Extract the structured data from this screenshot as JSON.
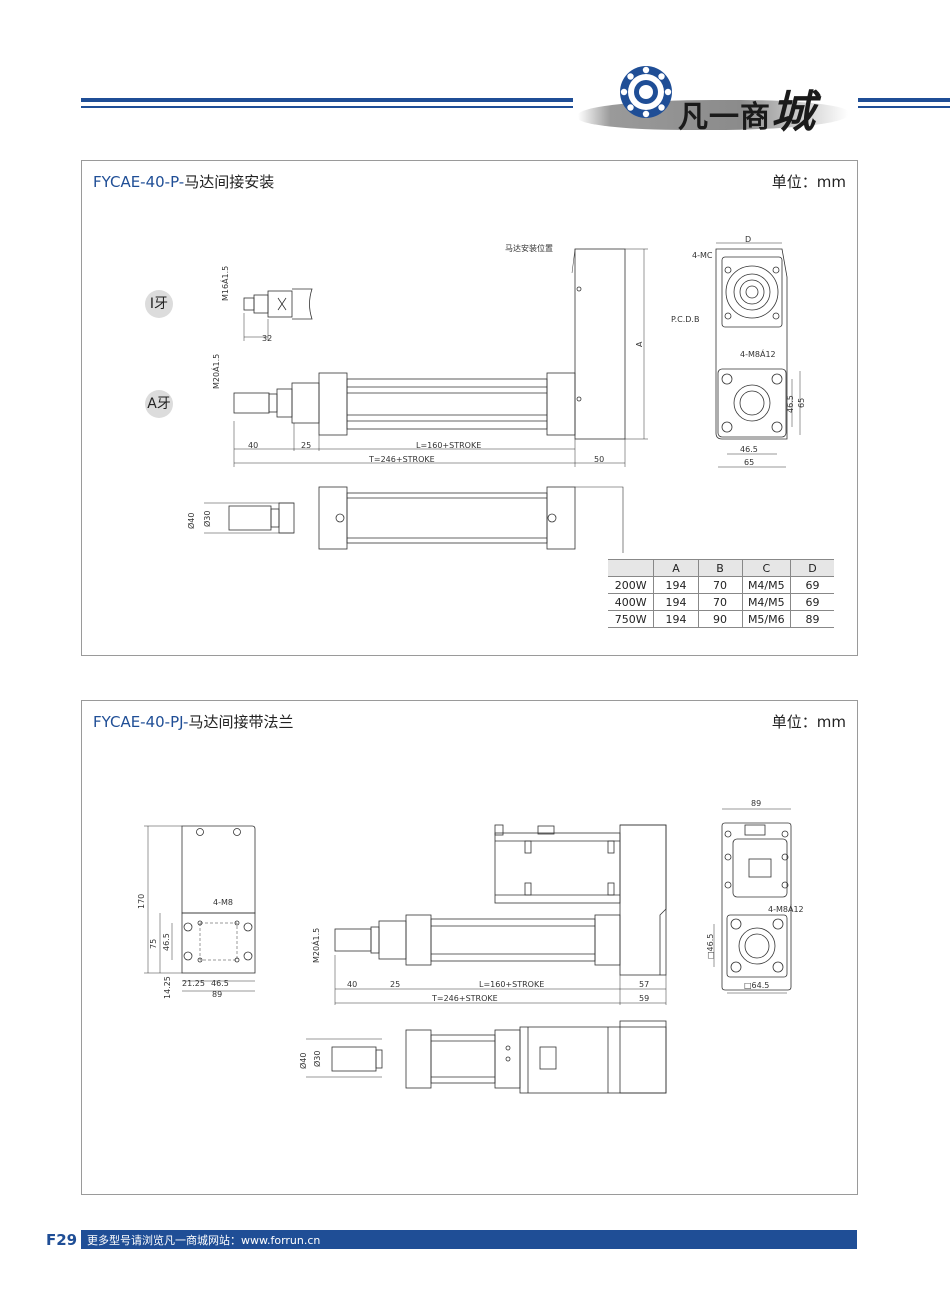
{
  "brand": {
    "name": "凡一商",
    "name_big": "城"
  },
  "section1": {
    "code": "FYCAE-40-P-",
    "title": "马达间接安装",
    "unit": "单位：mm",
    "badges": {
      "i_thread": "I牙",
      "a_thread": "A牙"
    },
    "labels": {
      "motor_pos": "马达安装位置",
      "m16": "M16Á1.5",
      "m20": "M20Á1.5",
      "d32": "32",
      "d40": "40",
      "d25": "25",
      "len_l": "L=160+STROKE",
      "len_t": "T=246+STROKE",
      "d50": "50",
      "dim_a": "A",
      "dia40": "Ø40",
      "dia30": "Ø30",
      "dim_d": "D",
      "mc": "4-MC",
      "pcd": "P.C.D.B",
      "m8": "4-M8Á12",
      "d465v": "46.5",
      "d65v": "65",
      "d465h": "46.5",
      "d65h": "65"
    },
    "table": {
      "headers": [
        "",
        "A",
        "B",
        "C",
        "D"
      ],
      "rows": [
        [
          "200W",
          "194",
          "70",
          "M4/M5",
          "69"
        ],
        [
          "400W",
          "194",
          "70",
          "M4/M5",
          "69"
        ],
        [
          "750W",
          "194",
          "90",
          "M5/M6",
          "89"
        ]
      ]
    }
  },
  "section2": {
    "code": "FYCAE-40-PJ-",
    "title": "马达间接带法兰",
    "unit": "单位：mm",
    "labels": {
      "d170": "170",
      "m8": "4-M8",
      "d75": "75",
      "d465v": "46.5",
      "d1425": "14.25",
      "d2125": "21.25",
      "d465h": "46.5",
      "d89": "89",
      "m20": "M20Á1.5",
      "d40": "40",
      "d25": "25",
      "len_l": "L=160+STROKE",
      "len_t": "T=246+STROKE",
      "d57": "57",
      "d59": "59",
      "dia40": "Ø40",
      "dia30": "Ø30",
      "top89": "89",
      "m8x12": "4-M8Á12",
      "sq465": "□46.5",
      "sq645": "□64.5"
    }
  },
  "footer": {
    "page": "F29",
    "text": "更多型号请浏览凡一商城网站：www.forrun.cn"
  }
}
